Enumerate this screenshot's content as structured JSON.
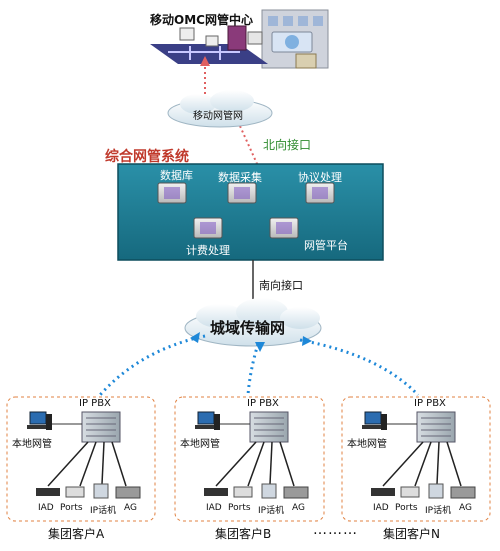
{
  "noc": {
    "title": "移动OMC网管中心"
  },
  "mobile_cloud": {
    "label": "移动网管网"
  },
  "northbound": {
    "label": "北向接口"
  },
  "system": {
    "title": "综合网管系统",
    "modules": [
      "数据库",
      "数据采集",
      "协议处理",
      "计费处理",
      "网管平台"
    ]
  },
  "southbound": {
    "label": "南向接口"
  },
  "metro_cloud": {
    "label": "城域传输网"
  },
  "customers": [
    {
      "name": "集团客户A",
      "pbx": "IP PBX",
      "local_nms": "本地网管",
      "devices": [
        "IAD",
        "Ports",
        "IP话机",
        "AG"
      ]
    },
    {
      "name": "集团客户B",
      "pbx": "IP PBX",
      "local_nms": "本地网管",
      "devices": [
        "IAD",
        "Ports",
        "IP话机",
        "AG"
      ]
    },
    {
      "name": "集团客户N",
      "pbx": "IP PBX",
      "local_nms": "本地网管",
      "devices": [
        "IAD",
        "Ports",
        "IP话机",
        "AG"
      ]
    }
  ],
  "ellipsis": "………",
  "colors": {
    "system_box": "#1e7c93",
    "system_title": "#c0392b",
    "northbound": "#2e8b2e",
    "red_link": "#e06060",
    "blue_link": "#1e88d8",
    "group_border": "#e08040"
  }
}
